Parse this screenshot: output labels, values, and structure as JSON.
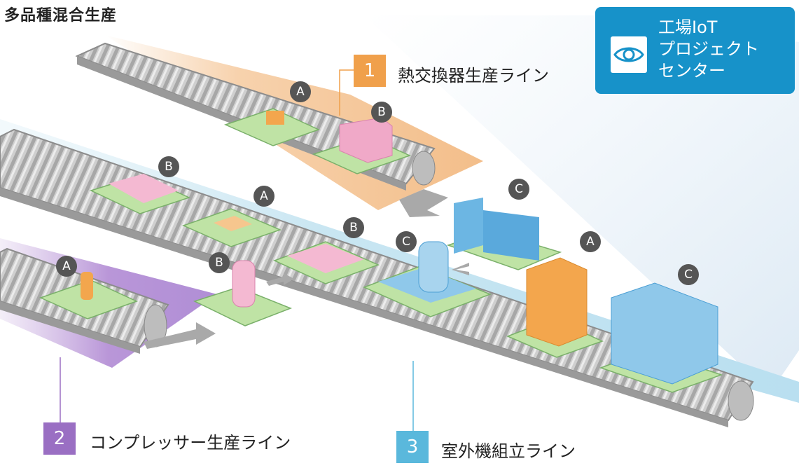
{
  "title": "多品種混合生産",
  "badge": {
    "line1": "工場IoT",
    "line2": "プロジェクト",
    "line3": "センター",
    "icon": "eye-icon"
  },
  "lines": [
    {
      "number": "1",
      "label": "熱交換器生産ライン",
      "color": "#f0a04b"
    },
    {
      "number": "2",
      "label": "コンプレッサー生産ライン",
      "color": "#9a6fc3"
    },
    {
      "number": "3",
      "label": "室外機組立ライン",
      "color": "#5ab8dc"
    }
  ],
  "markers": {
    "line1_a": "A",
    "line1_b": "B",
    "line3_b1": "B",
    "line3_a1": "A",
    "line3_b2": "B",
    "line3_c1": "C",
    "line3_c2": "C",
    "line3_a2": "A",
    "line3_c3": "C",
    "line2_a": "A",
    "line2_b": "B"
  }
}
